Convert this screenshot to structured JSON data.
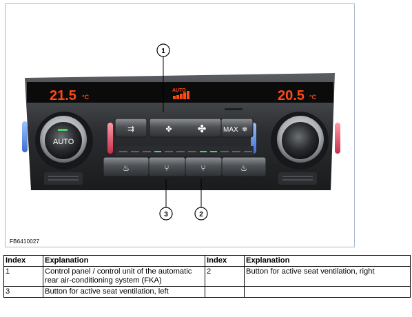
{
  "figure": {
    "code": "FB6410027",
    "panel": {
      "temp_left": "21.5",
      "temp_right": "20.5",
      "temp_unit": "°C",
      "auto_indicator": "AUTO",
      "auto_button": "AUTO",
      "max_button": "MAX",
      "max_icon": "snowflake-icon",
      "fan_icon": "fan-icon",
      "airflow_icon": "airflow-icon",
      "seat_heat_icon": "seat-heating-icon",
      "seat_vent_icon": "seat-ventilation-icon"
    },
    "callouts": [
      "1",
      "2",
      "3"
    ]
  },
  "table": {
    "headers": [
      "Index",
      "Explanation",
      "Index",
      "Explanation"
    ],
    "rows": [
      [
        "1",
        "Control panel / control unit of the automatic rear air-conditioning system (FKA)",
        "2",
        "Button for active seat ventilation, right"
      ],
      [
        "3",
        "Button for active seat ventilation, left",
        "",
        ""
      ]
    ]
  }
}
